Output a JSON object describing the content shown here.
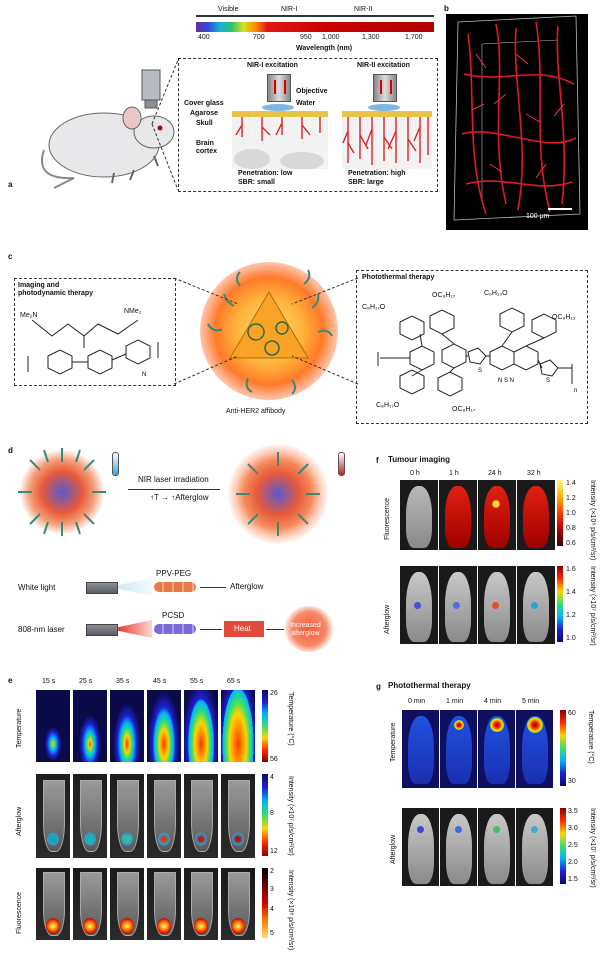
{
  "panel_labels": {
    "a": "a",
    "b": "b",
    "c": "c",
    "d": "d",
    "e": "e",
    "f": "f",
    "g": "g"
  },
  "a": {
    "spectrum_labels": [
      "Visible",
      "NIR-I",
      "NIR-II"
    ],
    "ticks": [
      "400",
      "700",
      "950",
      "1,000",
      "1,300",
      "1,700"
    ],
    "axis_title": "Wavelength (nm)",
    "nir1_title": "NIR-I excitation",
    "nir2_title": "NIR-II excitation",
    "objective": "Objective",
    "water": "Water",
    "cover_glass": "Cover glass",
    "agarose": "Agarose",
    "skull": "Skull",
    "brain": "Brain\ncortex",
    "pen_low": "Penetration: low",
    "sbr_small": "SBR: small",
    "pen_high": "Penetration: high",
    "sbr_large": "SBR: large"
  },
  "b": {
    "scale": "100 μm"
  },
  "c": {
    "left_title": "Imaging and\nphotodynamic therapy",
    "right_title": "Photothermal therapy",
    "affibody": "Anti-HER2 affibody",
    "nme2_a": "Me₂N",
    "nme2_b": "NMe₂",
    "c8h17o_1": "C₈H₁₇O",
    "oc8h17_1": "OC₈H₁₇",
    "c6h13o": "C₆H₁₃O",
    "oc6h13": "OC₆H₁₃",
    "c8h17o_2": "C₈H₁₇O",
    "oc8h17_2": "OC₈H₁₇"
  },
  "d": {
    "arrow_label": "NIR laser irradiation",
    "arrow_sub": "↑T → ↑Afterglow",
    "white_light": "White light",
    "ppv": "PPV-PEG",
    "afterglow": "Afterglow",
    "laser": "808-nm laser",
    "pcsd": "PCSD",
    "heat": "Heat",
    "increased": "Increased\nafterglow"
  },
  "e": {
    "times": [
      "15 s",
      "25 s",
      "35 s",
      "45 s",
      "55 s",
      "65 s"
    ],
    "rows": [
      "Temperature",
      "Afterglow",
      "Fluorescence"
    ],
    "temp_scale": [
      "26",
      "56"
    ],
    "temp_title": "Temperature (°C)",
    "ag_scale": [
      "4",
      "8",
      "12"
    ],
    "ag_title": "Intensity (×10⁷ p/s/cm²/sr)",
    "fl_scale": [
      "2",
      "3",
      "4",
      "5"
    ],
    "fl_title": "Intensity (×10⁸ p/s/cm²/sr)"
  },
  "f": {
    "title": "Tumour imaging",
    "times": [
      "0 h",
      "1 h",
      "24 h",
      "32 h"
    ],
    "rows": [
      "Fluorescence",
      "Afterglow"
    ],
    "fl_scale": [
      "1.4",
      "1.2",
      "1.0",
      "0.8",
      "0.6"
    ],
    "fl_title": "Intensity (×10⁸ p/s/cm²/sr)",
    "ag_scale": [
      "1.6",
      "1.4",
      "1.2",
      "1.0"
    ],
    "ag_title": "Intensity (×10⁷ p/s/cm²/sr)"
  },
  "g": {
    "title": "Photothermal therapy",
    "times": [
      "0 min",
      "1 min",
      "4 min",
      "5 min"
    ],
    "rows": [
      "Temperature",
      "Afterglow"
    ],
    "temp_scale": [
      "60",
      "30"
    ],
    "temp_title": "Temperature (°C)",
    "ag_scale": [
      "3.5",
      "3.0",
      "2.5",
      "2.0",
      "1.5"
    ],
    "ag_title": "Intensity (×10⁷ p/s/cm²/sr)"
  }
}
